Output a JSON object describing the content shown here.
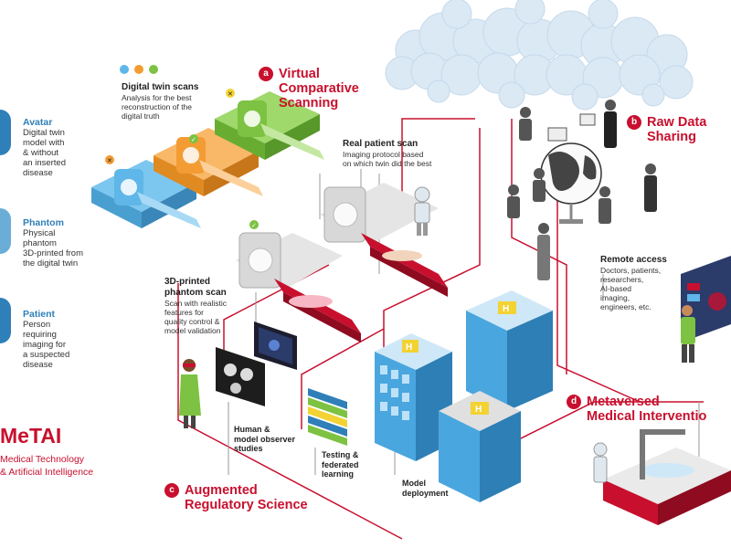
{
  "sections": {
    "a": {
      "letter": "a",
      "title_line1": "Virtual",
      "title_line2": "Comparative",
      "title_line3": "Scanning"
    },
    "b": {
      "letter": "b",
      "title_line1": "Raw Data",
      "title_line2": "Sharing"
    },
    "c": {
      "letter": "c",
      "title_line1": "Augmented",
      "title_line2": "Regulatory Science"
    },
    "d": {
      "letter": "d",
      "title_line1": "Metaversed",
      "title_line2": "Medical Interventio"
    }
  },
  "digital_twin": {
    "title": "Digital twin scans",
    "desc1": "Analysis for the best",
    "desc2": "reconstruction of the",
    "desc3": "digital truth"
  },
  "real_patient": {
    "title": "Real patient scan",
    "desc1": "Imaging protocol based",
    "desc2": "on which twin did the best"
  },
  "phantom_scan": {
    "title1": "3D-printed",
    "title2": "phantom scan",
    "desc1": "Scan with realistic",
    "desc2": "features for",
    "desc3": "quality control &",
    "desc4": "model validation"
  },
  "remote": {
    "title": "Remote access",
    "l1": "Doctors, patients,",
    "l2": "researchers,",
    "l3": "AI-based",
    "l4": "imaging,",
    "l5": "engineers, etc."
  },
  "observer": {
    "l1": "Human &",
    "l2": "model observer",
    "l3": "studies"
  },
  "testing": {
    "l1": "Testing &",
    "l2": "federated",
    "l3": "learning"
  },
  "deployment": {
    "l1": "Model",
    "l2": "deployment"
  },
  "sidebar": {
    "avatar": {
      "title": "Avatar",
      "d1": "Digital twin",
      "d2": "model with",
      "d3": "& without",
      "d4": "an inserted",
      "d5": "disease"
    },
    "phantom": {
      "title": "Phantom",
      "d1": "Physical",
      "d2": "phantom",
      "d3": "3D-printed from",
      "d4": "the digital twin"
    },
    "patient": {
      "title": "Patient",
      "d1": "Person",
      "d2": "requiring",
      "d3": "imaging for",
      "d4": "a suspected",
      "d5": "disease"
    }
  },
  "brand": {
    "name": "MeTAI",
    "line1": "Medical Technology",
    "line2": "& Artificial Intelligence"
  },
  "colors": {
    "accent": "#c8102e",
    "blue": "#2f7fb8",
    "green": "#7dc242",
    "orange": "#f39c33",
    "light_blue": "#5fb6e8"
  }
}
